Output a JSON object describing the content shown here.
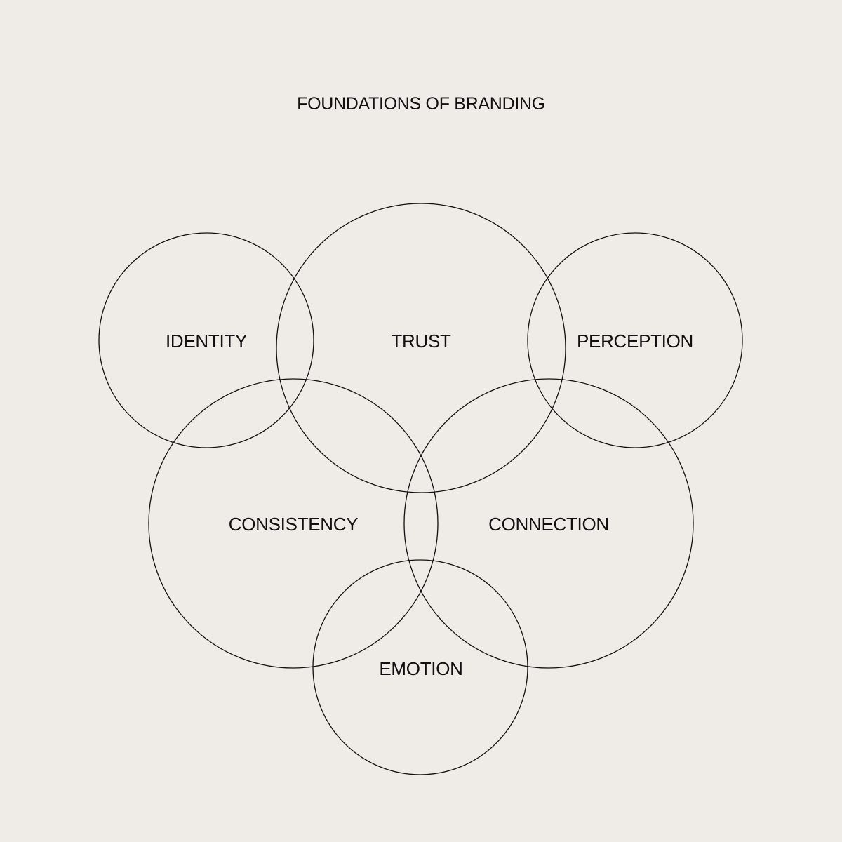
{
  "title": "FOUNDATIONS OF BRANDING",
  "colors": {
    "background": "#efebe7",
    "stroke": "#111111",
    "text": "#111111"
  },
  "circles": [
    {
      "id": "identity",
      "label": "IDENTITY"
    },
    {
      "id": "trust",
      "label": "TRUST"
    },
    {
      "id": "perception",
      "label": "PERCEPTION"
    },
    {
      "id": "consistency",
      "label": "CONSISTENCY"
    },
    {
      "id": "connection",
      "label": "CONNECTION"
    },
    {
      "id": "emotion",
      "label": "EMOTION"
    }
  ]
}
